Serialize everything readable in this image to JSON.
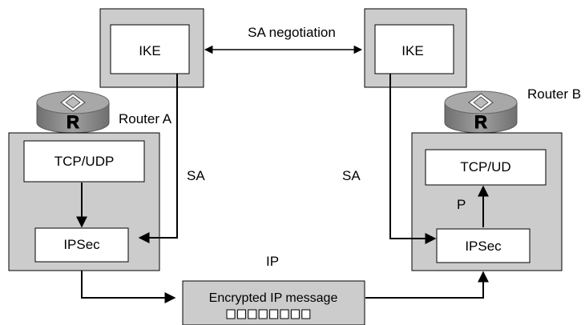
{
  "diagram": {
    "left": {
      "ike_label": "IKE",
      "router_name": "Router A",
      "router_glyph": "R",
      "tcp_label": "TCP/UDP",
      "ipsec_label": "IPSec",
      "sa_label": "SA"
    },
    "right": {
      "ike_label": "IKE",
      "router_name": "Router B",
      "router_glyph": "R",
      "tcp_label": "TCP/UD",
      "tcp_label_suffix": "P",
      "ipsec_label": "IPSec",
      "sa_label": "SA"
    },
    "sa_negotiation_label": "SA negotiation",
    "ip_label": "IP",
    "message": {
      "label": "Encrypted IP message",
      "packet_cells": 8
    },
    "colors": {
      "panel_fill": "#cccccc",
      "box_fill": "#ffffff",
      "router_body": "#8f8f8f",
      "router_top": "#a8a8a8",
      "line": "#000000"
    }
  }
}
